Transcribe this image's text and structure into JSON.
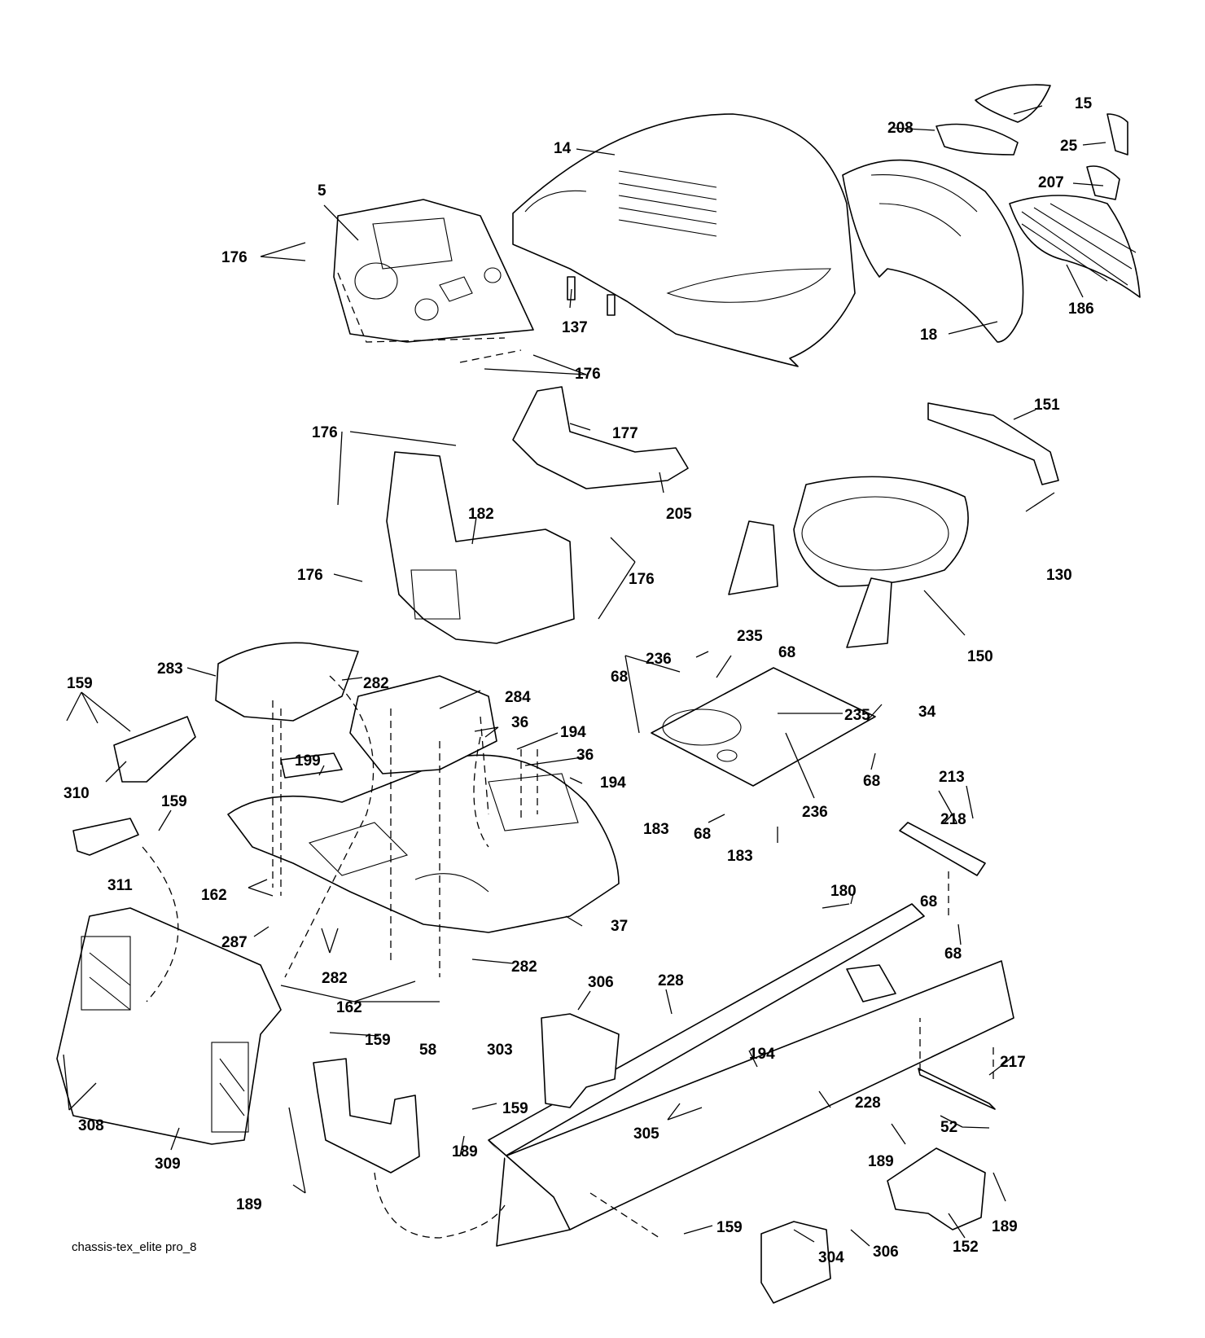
{
  "diagram": {
    "caption": "chassis-tex_elite pro_8",
    "labels": [
      "5",
      "14",
      "15",
      "18",
      "25",
      "34",
      "36",
      "37",
      "52",
      "58",
      "68",
      "130",
      "137",
      "150",
      "151",
      "152",
      "159",
      "162",
      "176",
      "177",
      "180",
      "182",
      "183",
      "186",
      "189",
      "194",
      "199",
      "205",
      "207",
      "208",
      "213",
      "217",
      "218",
      "228",
      "235",
      "236",
      "282",
      "283",
      "284",
      "287",
      "303",
      "304",
      "305",
      "306",
      "308",
      "309",
      "310",
      "311"
    ]
  }
}
